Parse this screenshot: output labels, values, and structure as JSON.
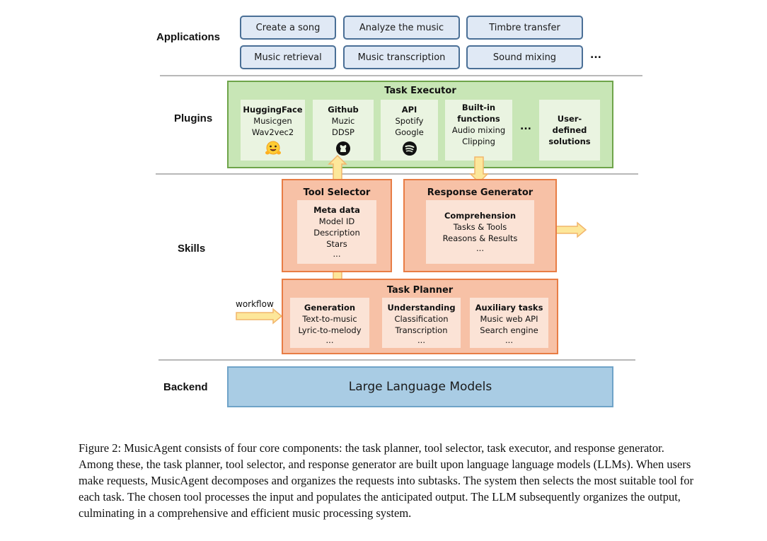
{
  "rows": {
    "applications": "Applications",
    "plugins": "Plugins",
    "skills": "Skills",
    "backend": "Backend"
  },
  "applications": {
    "items": [
      "Create a song",
      "Analyze the music",
      "Timbre transfer",
      "Music retrieval",
      "Music transcription",
      "Sound mixing"
    ],
    "more": "..."
  },
  "task_executor": {
    "title": "Task Executor",
    "huggingface": {
      "title": "HuggingFace",
      "lines": [
        "Musicgen",
        "Wav2vec2"
      ]
    },
    "github": {
      "title": "Github",
      "lines": [
        "Muzic",
        "DDSP"
      ]
    },
    "api": {
      "title": "API",
      "lines": [
        "Spotify",
        "Google"
      ]
    },
    "builtin": {
      "title1": "Built-in",
      "title2": "functions",
      "lines": [
        "Audio mixing",
        "Clipping"
      ]
    },
    "more": "...",
    "user_defined": {
      "line1": "User-",
      "line2": "defined",
      "line3": "solutions"
    }
  },
  "tool_selector": {
    "title": "Tool Selector",
    "heading": "Meta data",
    "lines": [
      "Model ID",
      "Description",
      "Stars",
      "..."
    ]
  },
  "response_generator": {
    "title": "Response Generator",
    "heading": "Comprehension",
    "lines": [
      "Tasks & Tools",
      "Reasons & Results",
      "..."
    ]
  },
  "task_planner": {
    "title": "Task Planner",
    "workflow_label": "workflow",
    "generation": {
      "heading": "Generation",
      "lines": [
        "Text-to-music",
        "Lyric-to-melody",
        "..."
      ]
    },
    "understanding": {
      "heading": "Understanding",
      "lines": [
        "Classification",
        "Transcription",
        "..."
      ]
    },
    "auxiliary": {
      "heading": "Auxiliary tasks",
      "lines": [
        "Music web API",
        "Search engine",
        "..."
      ]
    }
  },
  "backend": {
    "llm": "Large Language Models"
  },
  "caption": "Figure 2: MusicAgent consists of four core components: the task planner, tool selector, task executor, and response generator. Among these, the task planner, tool selector, and response generator are built upon language language models (LLMs). When users make requests, MusicAgent decomposes and organizes the requests into subtasks. The system then selects the most suitable tool for each task. The chosen tool processes the input and populates the anticipated output. The LLM subsequently organizes the output, culminating in a comprehensive and efficient music processing system.",
  "colors": {
    "app_fill": "#e0e9f5",
    "app_border": "#4a6f96",
    "plugin_fill": "#c8e6b6",
    "plugin_border": "#6ea44a",
    "skill_fill": "#f7c1a6",
    "skill_border": "#e87d45",
    "arrow_fill": "#fde79a",
    "arrow_border": "#f2b56b",
    "llm_fill": "#a9cce4"
  }
}
